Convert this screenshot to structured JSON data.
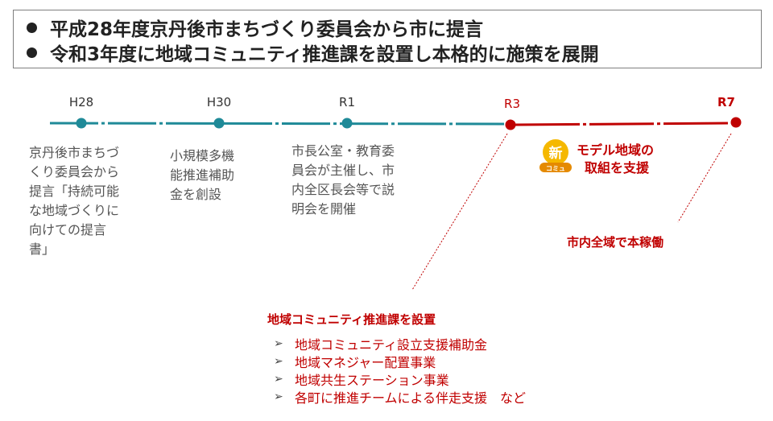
{
  "header": {
    "line1": "平成28年度京丹後市まちづくり委員会から市に提言",
    "line2": "令和3年度に地域コミュニティ推進課を設置し本格的に施策を展開"
  },
  "timeline": {
    "points": [
      {
        "label": "H28",
        "desc": "京丹後市まちづ\nくり委員会から\n提言「持続可能\nな地域づくりに\n向けての提言\n書」"
      },
      {
        "label": "H30",
        "desc": "小規模多機\n能推進補助\n金を創設"
      },
      {
        "label": "R1",
        "desc": "市長公室・教育委\n員会が主催し、市\n内全区長会等で説\n明会を開催"
      },
      {
        "label": "R3"
      },
      {
        "label": "R7"
      }
    ],
    "teal_color": "#1f8a98",
    "red_color": "#c00000"
  },
  "model": {
    "line1": "モデル地域の",
    "line2": "取組を支援",
    "badge_top": "新",
    "badge_bottom": "コミュ"
  },
  "city_wide": "市内全域で本稼働",
  "section": {
    "title": "地域コミュニティ推進課を設置",
    "items": [
      "地域コミュニティ設立支援補助金",
      "地域マネジャー配置事業",
      "地域共生ステーション事業",
      "各町に推進チームによる伴走支援　など"
    ],
    "bullet": "➢"
  }
}
